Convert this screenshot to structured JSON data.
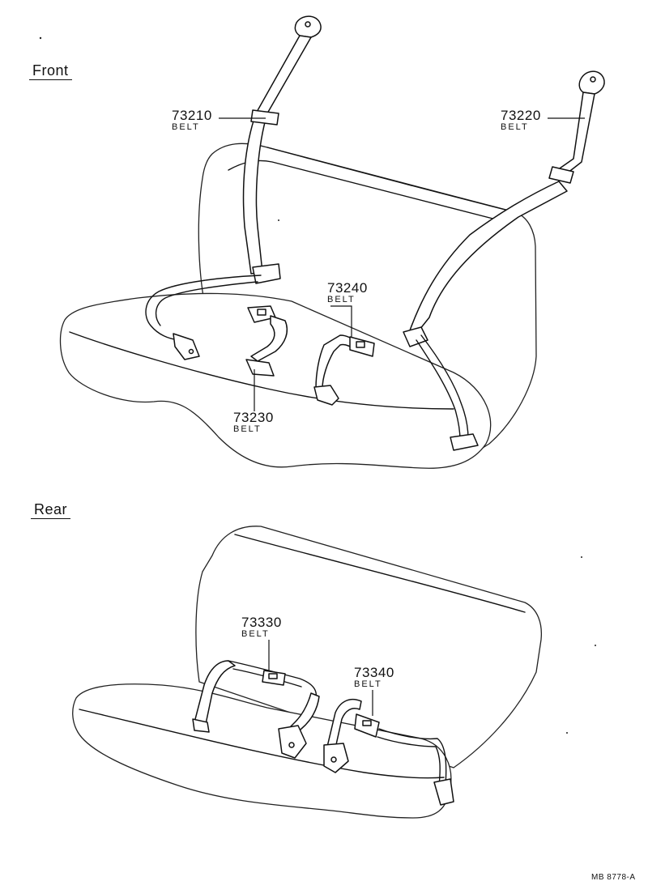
{
  "sections": {
    "front": {
      "title": "Front"
    },
    "rear": {
      "title": "Rear"
    }
  },
  "parts": [
    {
      "id": "p73210",
      "number": "73210",
      "name": "BELT"
    },
    {
      "id": "p73220",
      "number": "73220",
      "name": "BELT"
    },
    {
      "id": "p73240",
      "number": "73240",
      "name": "BELT"
    },
    {
      "id": "p73230",
      "number": "73230",
      "name": "BELT"
    },
    {
      "id": "p73330",
      "number": "73330",
      "name": "BELT"
    },
    {
      "id": "p73340",
      "number": "73340",
      "name": "BELT"
    }
  ],
  "figure_code": "MB 8778-A"
}
